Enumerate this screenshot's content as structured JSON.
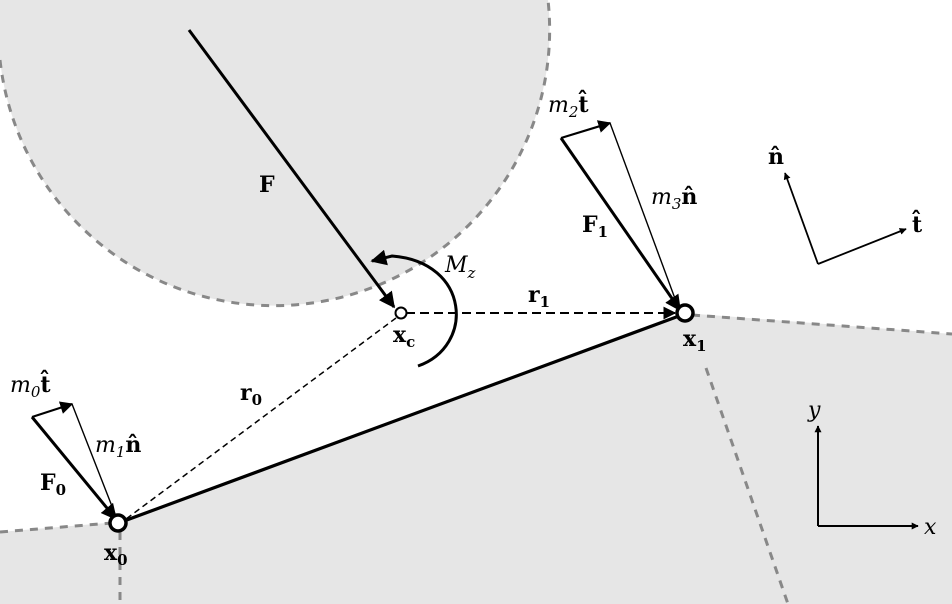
{
  "labels": {
    "F": "F",
    "Mz_main": "M",
    "Mz_sub": "z",
    "r1_main": "r",
    "r1_sub": "1",
    "r0_main": "r",
    "r0_sub": "0",
    "xc_main": "x",
    "xc_sub": "c",
    "x1_main": "x",
    "x1_sub": "1",
    "x0_main": "x",
    "x0_sub": "0",
    "F1_main": "F",
    "F1_sub": "1",
    "F0_main": "F",
    "F0_sub": "0",
    "m2t_main": "m",
    "m2t_sub": "2",
    "m2t_vec": "t̂",
    "m3n_main": "m",
    "m3n_sub": "3",
    "m3n_vec": "n̂",
    "m0t_main": "m",
    "m0t_sub": "0",
    "m0t_vec": "t̂",
    "m1n_main": "m",
    "m1n_sub": "1",
    "m1n_vec": "n̂",
    "n_hat": "n̂",
    "t_hat": "t̂",
    "y_axis": "y",
    "x_axis": "x"
  },
  "colors": {
    "region_fill": "#e6e6e6",
    "boundary": "#888888",
    "ink": "#000000"
  }
}
